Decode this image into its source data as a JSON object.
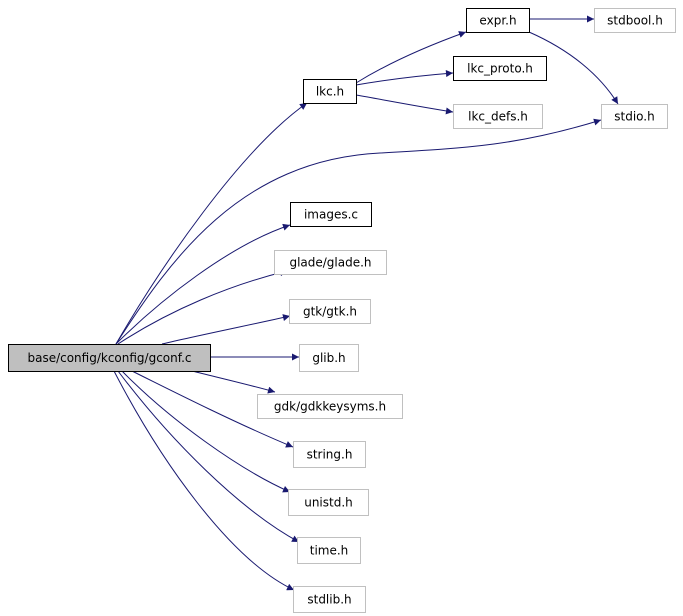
{
  "diagram": {
    "colors": {
      "edge": "#191970",
      "root_fill": "#bfbfbf",
      "root_border": "#000000",
      "documented_border": "#000000",
      "external_border": "#c0c0c0",
      "text": "#000000"
    },
    "nodes": [
      {
        "id": "root",
        "label": "base/config/kconfig/gconf.c",
        "kind": "root"
      },
      {
        "id": "lkc",
        "label": "lkc.h",
        "kind": "documented"
      },
      {
        "id": "expr",
        "label": "expr.h",
        "kind": "documented"
      },
      {
        "id": "stdbool",
        "label": "stdbool.h",
        "kind": "external"
      },
      {
        "id": "lkc_proto",
        "label": "lkc_proto.h",
        "kind": "documented"
      },
      {
        "id": "lkc_defs",
        "label": "lkc_defs.h",
        "kind": "external"
      },
      {
        "id": "stdio",
        "label": "stdio.h",
        "kind": "external"
      },
      {
        "id": "images",
        "label": "images.c",
        "kind": "documented"
      },
      {
        "id": "glade",
        "label": "glade/glade.h",
        "kind": "external"
      },
      {
        "id": "gtk",
        "label": "gtk/gtk.h",
        "kind": "external"
      },
      {
        "id": "glib",
        "label": "glib.h",
        "kind": "external"
      },
      {
        "id": "gdkkeysyms",
        "label": "gdk/gdkkeysyms.h",
        "kind": "external"
      },
      {
        "id": "string",
        "label": "string.h",
        "kind": "external"
      },
      {
        "id": "unistd",
        "label": "unistd.h",
        "kind": "external"
      },
      {
        "id": "time",
        "label": "time.h",
        "kind": "external"
      },
      {
        "id": "stdlib",
        "label": "stdlib.h",
        "kind": "external"
      }
    ],
    "edges": [
      {
        "from": "root",
        "to": "lkc"
      },
      {
        "from": "root",
        "to": "stdio"
      },
      {
        "from": "root",
        "to": "images"
      },
      {
        "from": "root",
        "to": "glade"
      },
      {
        "from": "root",
        "to": "gtk"
      },
      {
        "from": "root",
        "to": "glib"
      },
      {
        "from": "root",
        "to": "gdkkeysyms"
      },
      {
        "from": "root",
        "to": "string"
      },
      {
        "from": "root",
        "to": "unistd"
      },
      {
        "from": "root",
        "to": "time"
      },
      {
        "from": "root",
        "to": "stdlib"
      },
      {
        "from": "lkc",
        "to": "expr"
      },
      {
        "from": "lkc",
        "to": "lkc_proto"
      },
      {
        "from": "lkc",
        "to": "lkc_defs"
      },
      {
        "from": "expr",
        "to": "stdbool"
      },
      {
        "from": "expr",
        "to": "stdio"
      }
    ]
  }
}
